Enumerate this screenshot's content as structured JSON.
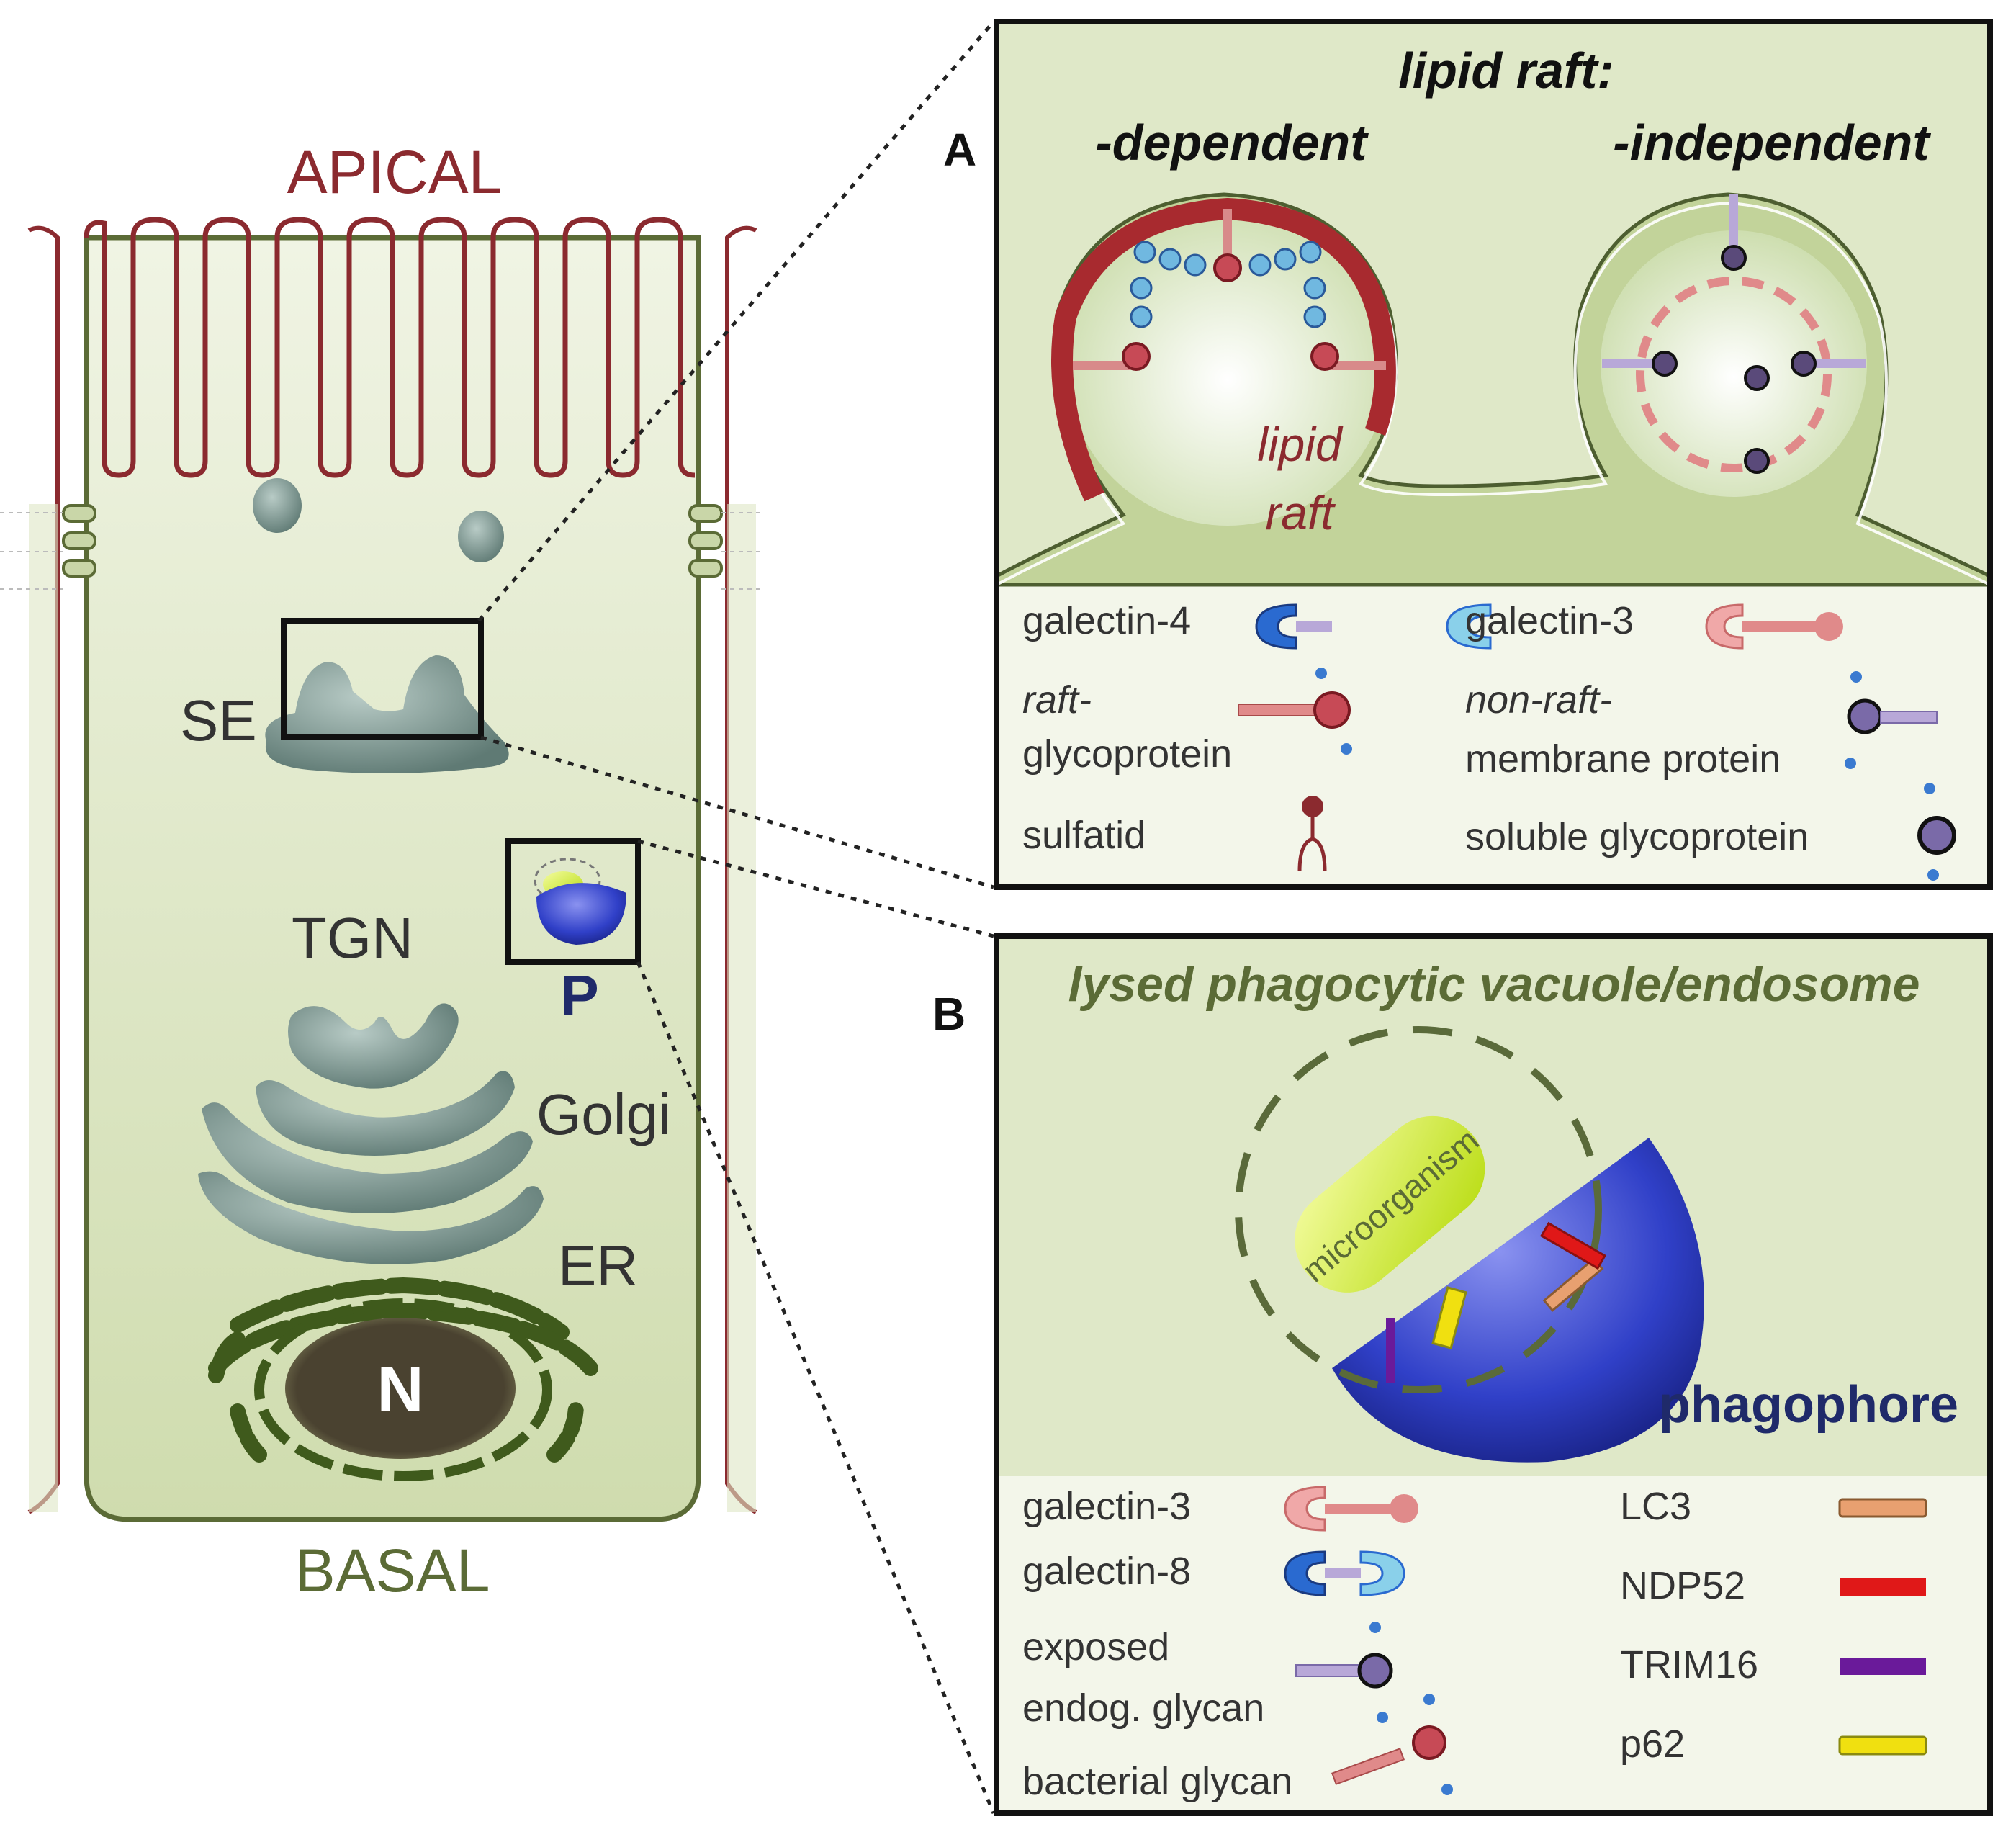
{
  "cell": {
    "apical": "APICAL",
    "basal": "BASAL",
    "se": "SE",
    "tgn": "TGN",
    "golgi": "Golgi",
    "er": "ER",
    "nucleus": "N",
    "p": "P"
  },
  "panel_a": {
    "letter": "A",
    "title": "lipid raft:",
    "dependent": "-dependent",
    "independent": "-independent",
    "raft_label_1": "lipid",
    "raft_label_2": "raft",
    "legend": {
      "galectin4": "galectin-4",
      "galectin3": "galectin-3",
      "raft_1": "raft-",
      "raft_2": "glycoprotein",
      "nonraft_1": "non-raft-",
      "nonraft_2": "membrane protein",
      "sulfatid": "sulfatid",
      "soluble": "soluble glycoprotein"
    }
  },
  "panel_b": {
    "letter": "B",
    "title": "lysed phagocytic vacuole/endosome",
    "microorganism": "microorganism",
    "phagophore": "phagophore",
    "legend": {
      "galectin3": "galectin-3",
      "galectin8": "galectin-8",
      "exposed_1": "exposed",
      "exposed_2": "endog. glycan",
      "bacterial": "bacterial glycan",
      "lc3": "LC3",
      "ndp52": "NDP52",
      "trim16": "TRIM16",
      "p62": "p62"
    }
  },
  "colors": {
    "apical": "#8b2a2f",
    "basal": "#5b6b36",
    "cell_fill": "#dde6c4",
    "organelle": "#7f9791",
    "phagophore": "#1f2a9a",
    "lc3": "#e8a070",
    "ndp52": "#e01818",
    "trim16": "#6a1a9a",
    "p62": "#f0e010"
  }
}
